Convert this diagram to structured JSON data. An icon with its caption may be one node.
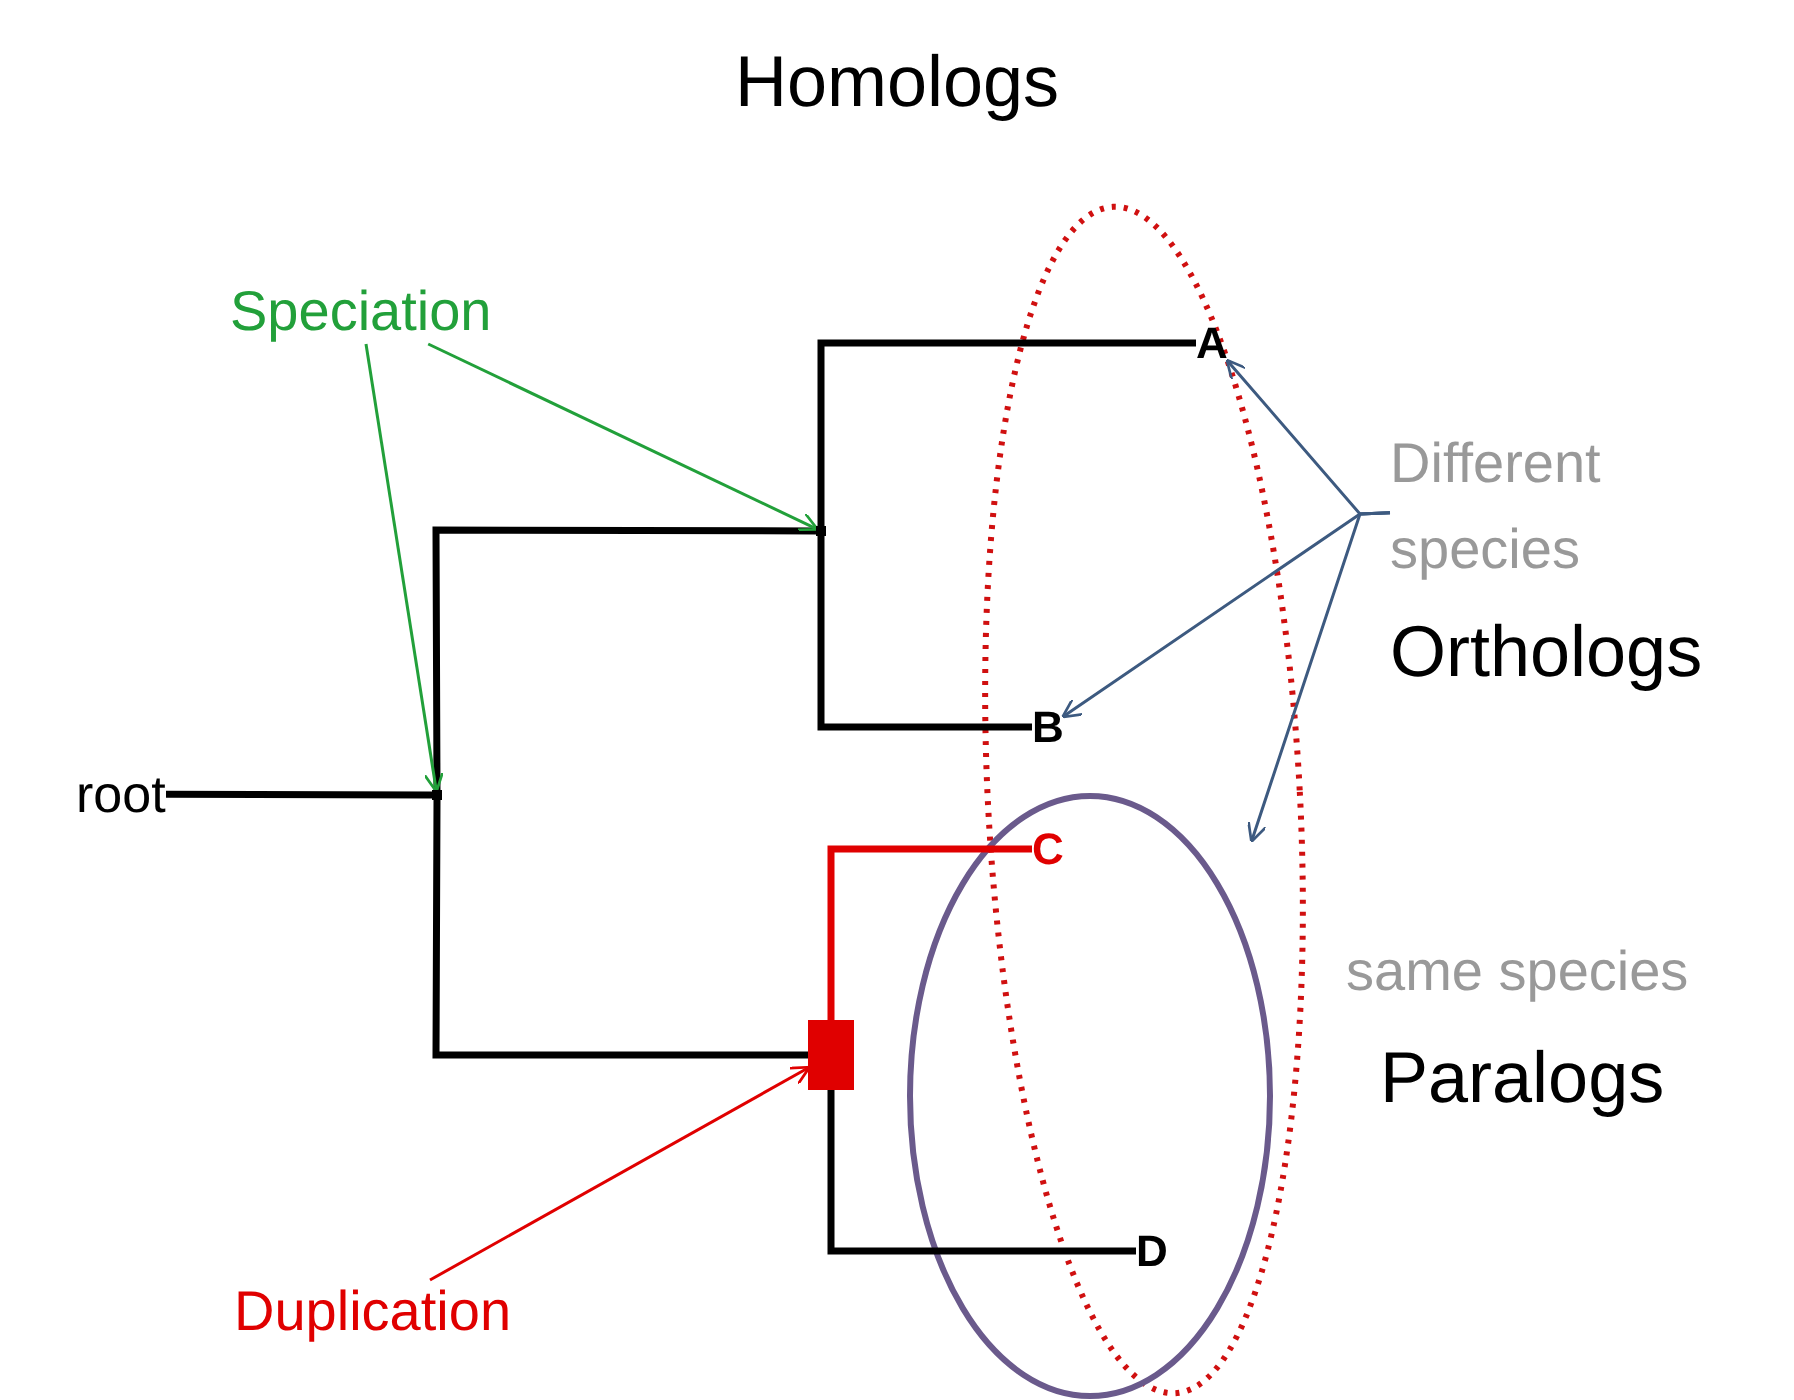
{
  "diagram": {
    "title": "Homologs",
    "nodes": [
      {
        "text": [
          "root"
        ]
      },
      {
        "text": [
          "Speciation"
        ]
      },
      {
        "text": [],
        "shape": "point"
      },
      {
        "text": [],
        "shape": "point"
      },
      {
        "text": [
          "A"
        ]
      },
      {
        "text": [
          "B"
        ]
      },
      {
        "text": [],
        "shape": "box"
      },
      {
        "text": [
          "C"
        ]
      },
      {
        "text": [
          "D"
        ]
      },
      {
        "text": [
          "Different species"
        ]
      },
      {
        "text": [
          "Duplication"
        ]
      }
    ],
    "edges": [
      {
        "from": 0,
        "to": 2,
        "arrow": "none"
      },
      {
        "from": 2,
        "to": 3,
        "arrow": "none"
      },
      {
        "from": 2,
        "to": 6,
        "arrow": "none"
      },
      {
        "from": 3,
        "to": 4,
        "arrow": "none"
      },
      {
        "from": 3,
        "to": 5,
        "arrow": "none"
      },
      {
        "from": 6,
        "to": 7,
        "arrow": "none",
        "color": "#e00000"
      },
      {
        "from": 6,
        "to": 8,
        "arrow": "none"
      },
      {
        "from": 1,
        "to": 3,
        "arrow": "to",
        "color": "#22a03a"
      },
      {
        "from": 1,
        "to": 2,
        "arrow": "to",
        "color": "#22a03a"
      },
      {
        "from": 9,
        "to": 4,
        "arrow": "to",
        "color": "#3d5a80"
      },
      {
        "from": 9,
        "to": 5,
        "arrow": "to",
        "color": "#3d5a80"
      },
      {
        "from": 9,
        "to": null,
        "arrow": "to",
        "color": "#3d5a80"
      },
      {
        "from": 10,
        "to": 6,
        "arrow": "to",
        "color": "#e00000"
      }
    ],
    "labels": [
      "Orthologs",
      "same species",
      "Paralogs"
    ]
  }
}
